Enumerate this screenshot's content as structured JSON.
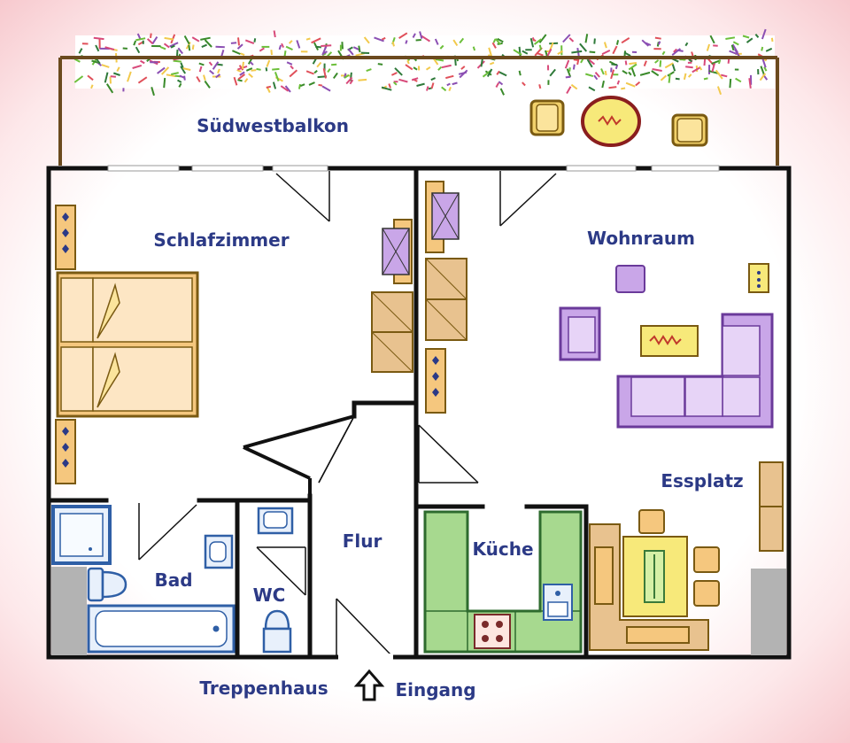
{
  "rooms": {
    "balcony": "Südwestbalkon",
    "bedroom": "Schlafzimmer",
    "living": "Wohnraum",
    "dining": "Essplatz",
    "hall": "Flur",
    "kitchen": "Küche",
    "bath": "Bad",
    "wc": "WC"
  },
  "bottom": {
    "stairwell": "Treppenhaus",
    "entrance": "Eingang"
  },
  "colors": {
    "wall": "#111111",
    "label": "#2c3a86",
    "bed": "#f5c77e",
    "sofa": "#c9a6e8",
    "kitchen": "#6db86d",
    "cabinet": "#e8c28f",
    "table": "#f7e97a",
    "bathroom": "#2f5fa6",
    "border_pink": "#f7c9ce"
  }
}
